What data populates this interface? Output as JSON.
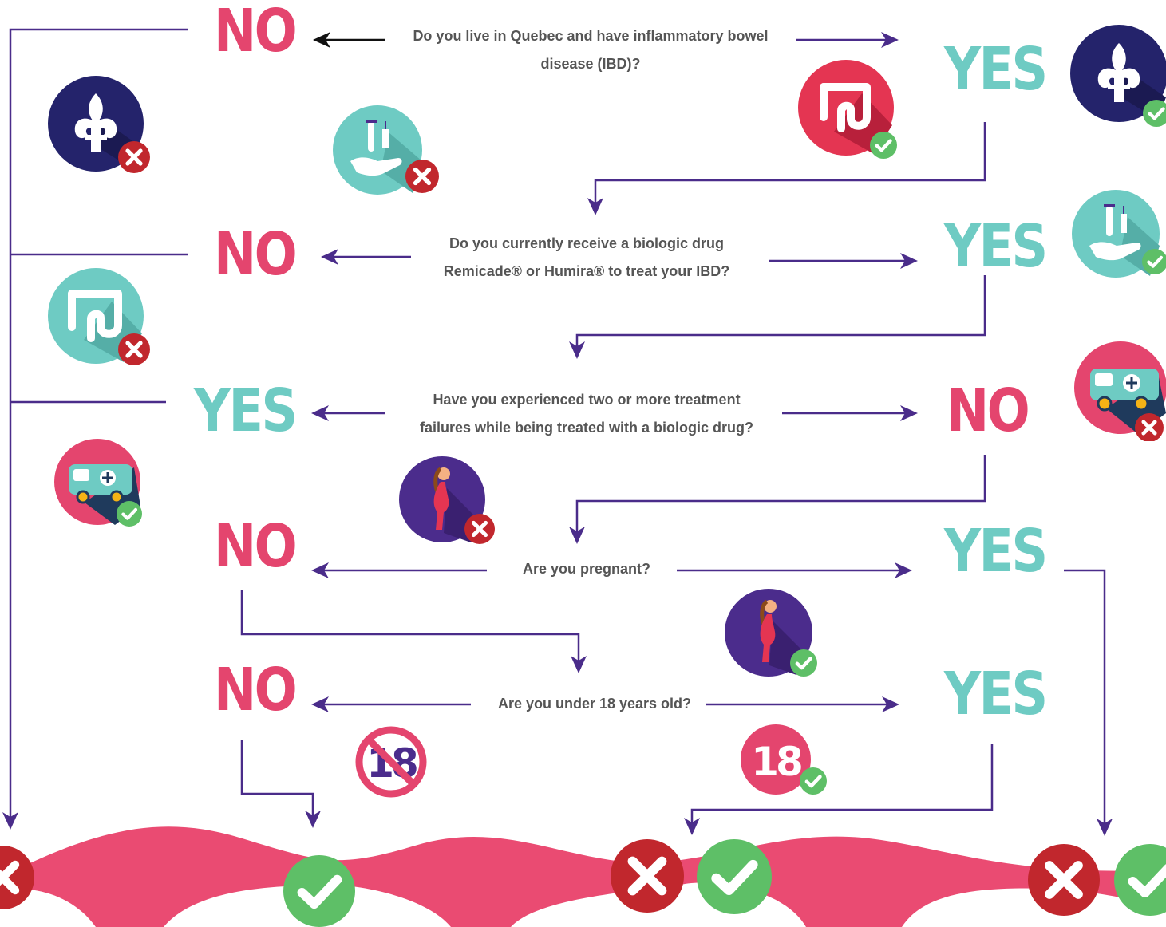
{
  "colors": {
    "no": "#e4456e",
    "yes": "#6ecbc3",
    "arrow": "#4a2c8a",
    "wave": "#ea4b72",
    "check": "#5ebf67",
    "cross": "#c1272d",
    "navy": "#24236b",
    "teal": "#6ecbc3",
    "pink": "#e4456e",
    "purple": "#4b2c8c"
  },
  "questions": [
    {
      "line1": "Do you live in Quebec and have inflammatory bowel",
      "line2": "disease (IBD)?"
    },
    {
      "line1": "Do you currently receive a biologic drug",
      "line2": "Remicade® or Humira® to treat your IBD?"
    },
    {
      "line1": "Have you experienced two or more treatment",
      "line2": "failures while being treated with a biologic drug?"
    },
    {
      "line1": "Are you pregnant?"
    },
    {
      "line1": "Are you under 18 years old?"
    }
  ],
  "answers": {
    "q1_left": "NO",
    "q1_right": "YES",
    "q2_left": "NO",
    "q2_right": "YES",
    "q3_left": "YES",
    "q3_right": "NO",
    "q4_left": "NO",
    "q4_right": "YES",
    "q5_left": "NO",
    "q5_right": "YES"
  },
  "icons": [
    {
      "name": "fleur-de-lis-icon",
      "status": "cross"
    },
    {
      "name": "fleur-de-lis-icon",
      "status": "check"
    },
    {
      "name": "intestine-icon",
      "status": "check"
    },
    {
      "name": "biologic-drug-icon",
      "status": "cross"
    },
    {
      "name": "biologic-drug-icon",
      "status": "check"
    },
    {
      "name": "intestine-icon",
      "status": "cross"
    },
    {
      "name": "ambulance-icon",
      "status": "cross"
    },
    {
      "name": "ambulance-icon",
      "status": "check"
    },
    {
      "name": "pregnant-woman-icon",
      "status": "cross"
    },
    {
      "name": "pregnant-woman-icon",
      "status": "check"
    },
    {
      "name": "under-18-icon",
      "status": "cross"
    },
    {
      "name": "under-18-icon",
      "status": "check"
    }
  ],
  "age_badge": "18",
  "outcomes": [
    "cross",
    "check",
    "cross",
    "check",
    "cross",
    "check"
  ]
}
